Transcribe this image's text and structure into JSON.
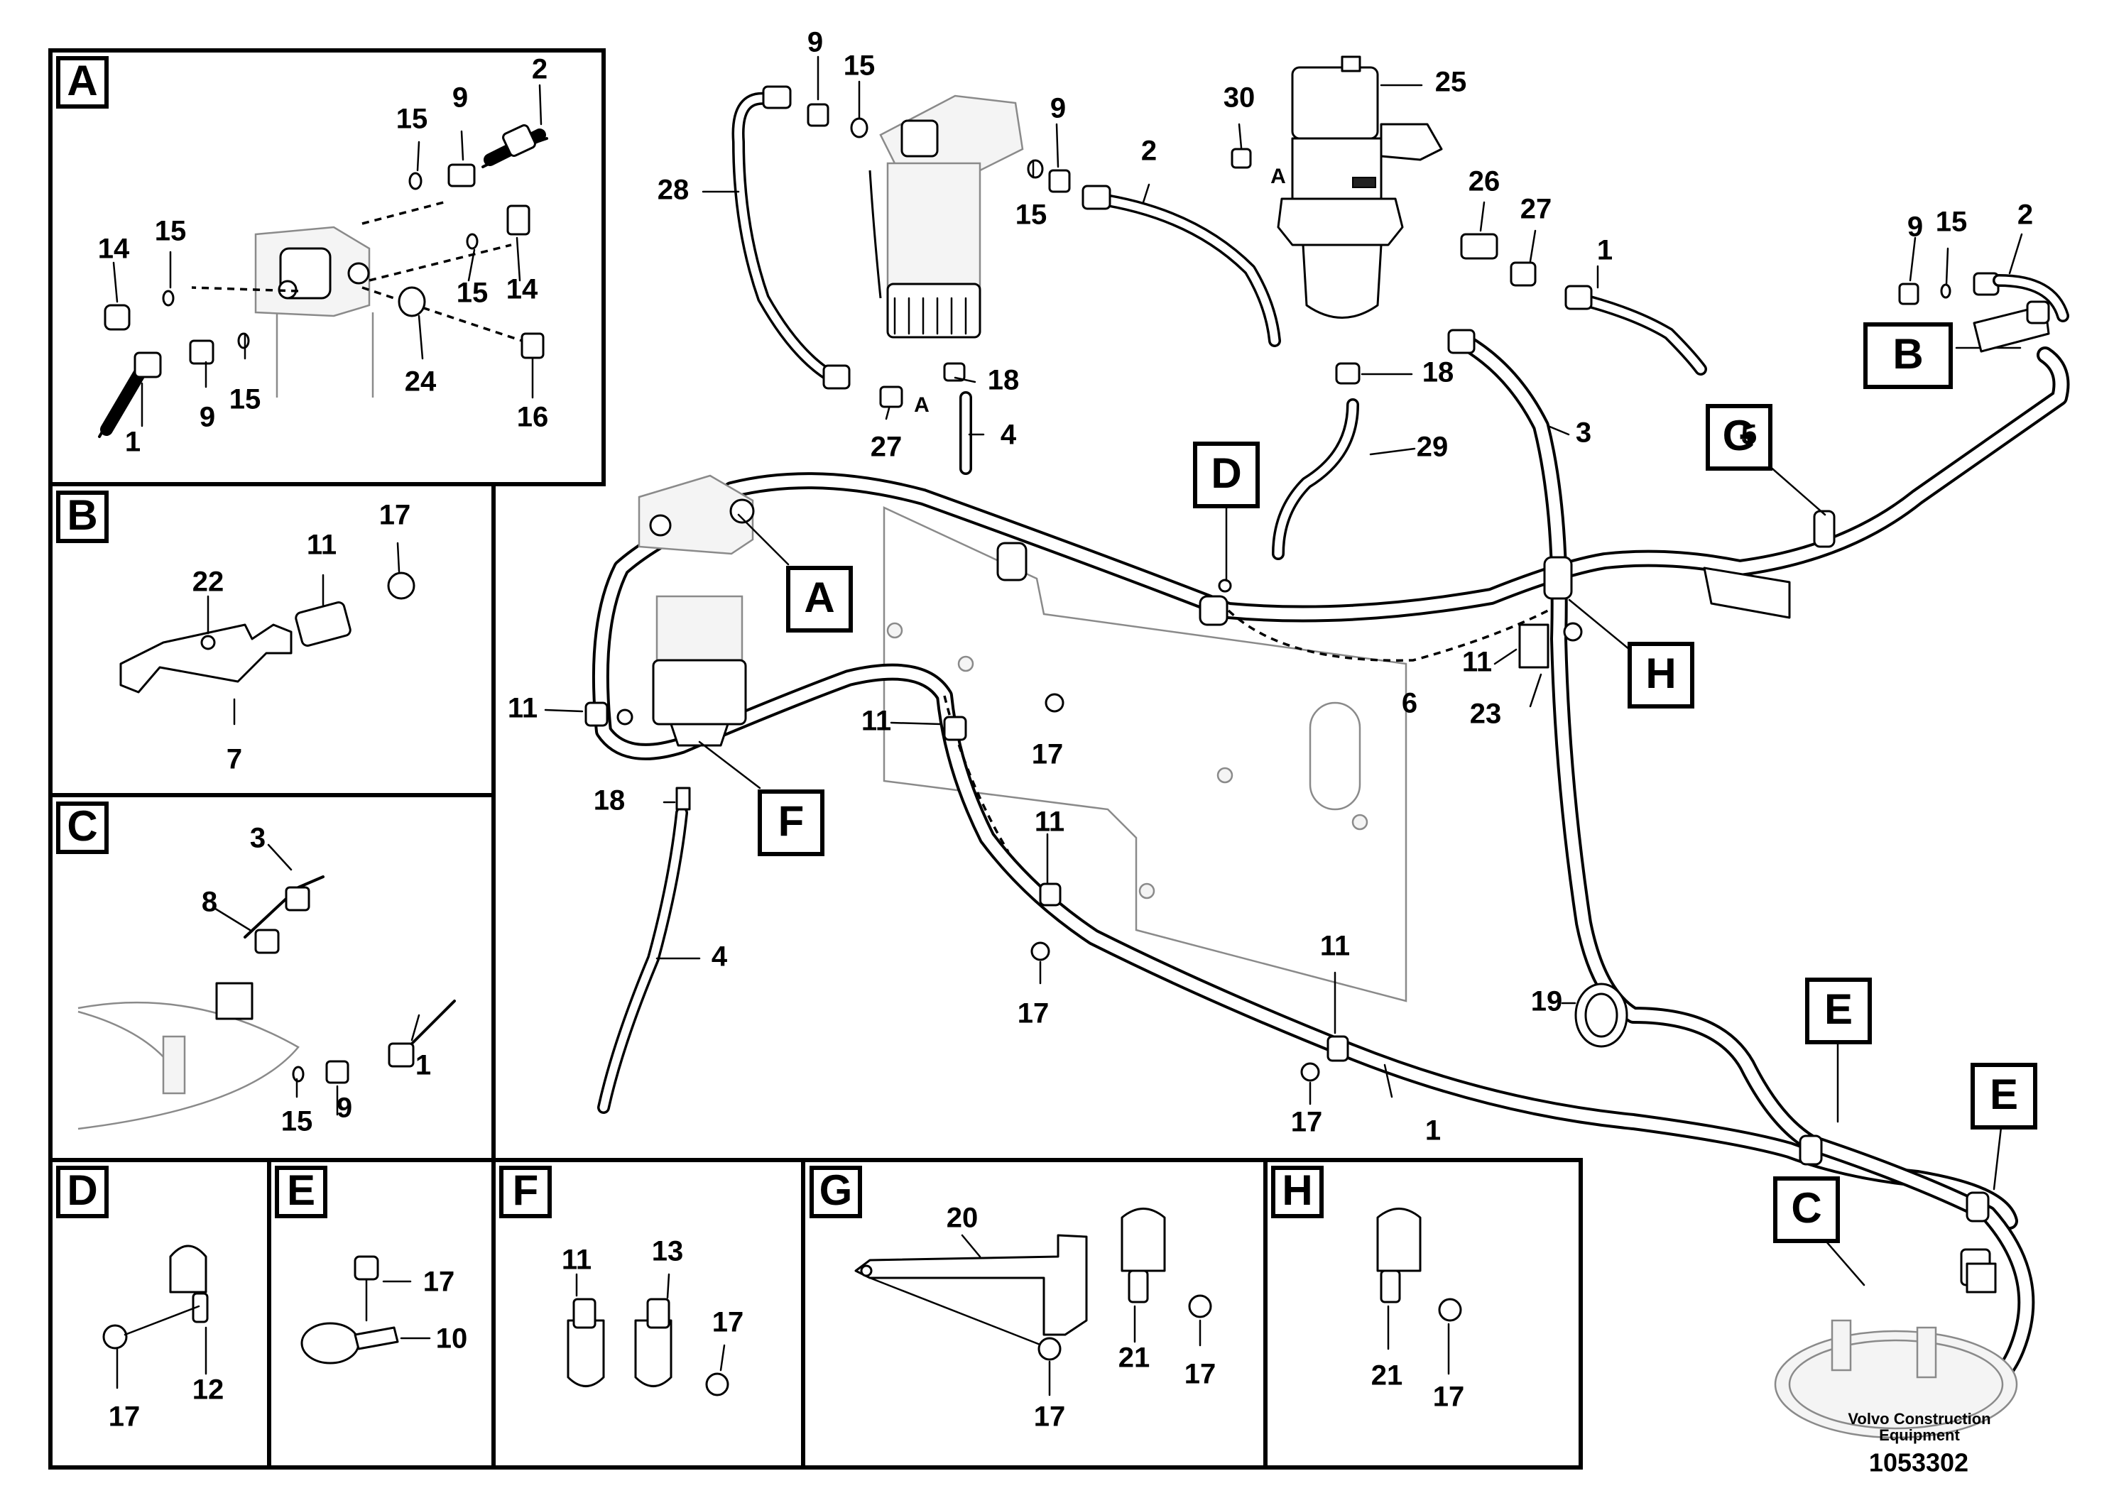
{
  "detail_letters": {
    "A": "A",
    "B": "B",
    "C": "C",
    "D": "D",
    "E": "E",
    "F": "F",
    "G": "G",
    "H": "H"
  },
  "connection_marks": {
    "fuel_port_a": "A",
    "drain_port_a": "A"
  },
  "footer": {
    "company": "Volvo Construction",
    "company2": "Equipment",
    "doc_number": "1053302"
  },
  "parts": {
    "p1": "1",
    "p2": "2",
    "p3": "3",
    "p4": "4",
    "p5": "5",
    "p6": "6",
    "p7": "7",
    "p8": "8",
    "p9": "9",
    "p10": "10",
    "p11": "11",
    "p12": "12",
    "p13": "13",
    "p14": "14",
    "p15": "15",
    "p16": "16",
    "p17": "17",
    "p18": "18",
    "p19": "19",
    "p20": "20",
    "p21": "21",
    "p22": "22",
    "p23": "23",
    "p24": "24",
    "p25": "25",
    "p26": "26",
    "p27": "27",
    "p28": "28",
    "p29": "29",
    "p30": "30"
  }
}
